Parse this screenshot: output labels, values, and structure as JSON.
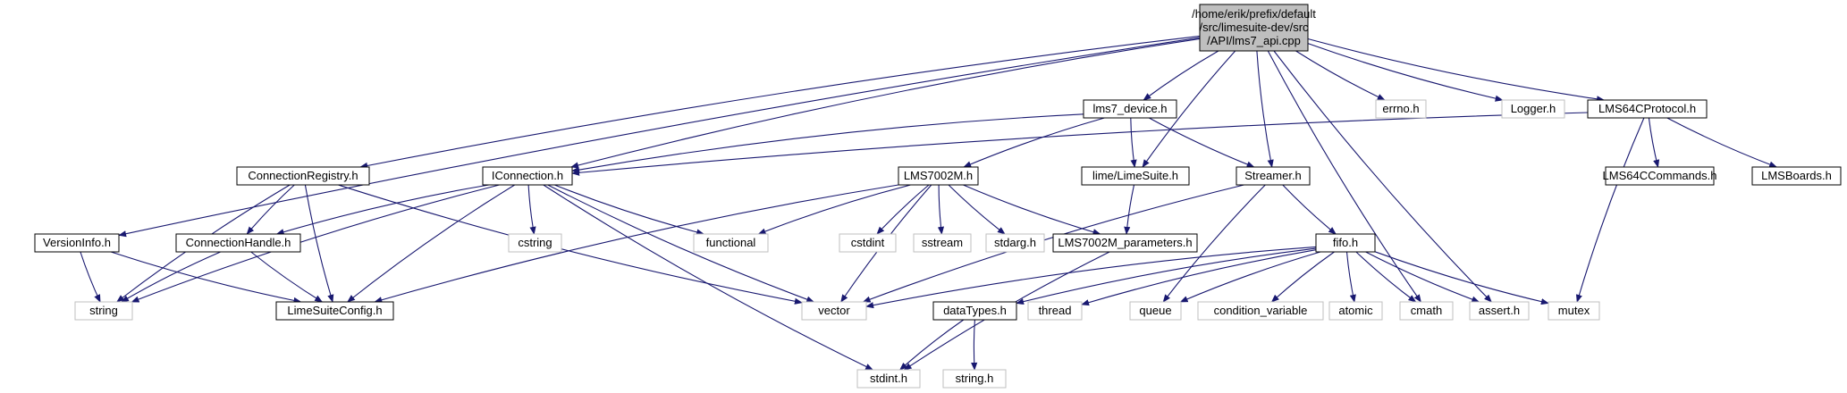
{
  "nodes": [
    {
      "id": "root",
      "lines": [
        "/home/erik/prefix/default",
        "/src/limesuite-dev/src",
        "/API/lms7_api.cpp"
      ],
      "kind": "root"
    },
    {
      "id": "lms7_device",
      "lines": [
        "lms7_device.h"
      ],
      "kind": "doc"
    },
    {
      "id": "errno",
      "lines": [
        "errno.h"
      ],
      "kind": "sys"
    },
    {
      "id": "logger",
      "lines": [
        "Logger.h"
      ],
      "kind": "sys"
    },
    {
      "id": "lms64cprotocol",
      "lines": [
        "LMS64CProtocol.h"
      ],
      "kind": "doc"
    },
    {
      "id": "connectionregistry",
      "lines": [
        "ConnectionRegistry.h"
      ],
      "kind": "doc"
    },
    {
      "id": "iconnection",
      "lines": [
        "IConnection.h"
      ],
      "kind": "doc"
    },
    {
      "id": "lms7002m",
      "lines": [
        "LMS7002M.h"
      ],
      "kind": "doc"
    },
    {
      "id": "limesuite",
      "lines": [
        "lime/LimeSuite.h"
      ],
      "kind": "doc"
    },
    {
      "id": "streamer",
      "lines": [
        "Streamer.h"
      ],
      "kind": "doc"
    },
    {
      "id": "lms64ccommands",
      "lines": [
        "LMS64CCommands.h"
      ],
      "kind": "doc"
    },
    {
      "id": "lmsboards",
      "lines": [
        "LMSBoards.h"
      ],
      "kind": "doc"
    },
    {
      "id": "versioninfo",
      "lines": [
        "VersionInfo.h"
      ],
      "kind": "doc"
    },
    {
      "id": "connectionhandle",
      "lines": [
        "ConnectionHandle.h"
      ],
      "kind": "doc"
    },
    {
      "id": "cstring",
      "lines": [
        "cstring"
      ],
      "kind": "sys"
    },
    {
      "id": "functional",
      "lines": [
        "functional"
      ],
      "kind": "sys"
    },
    {
      "id": "cstdint",
      "lines": [
        "cstdint"
      ],
      "kind": "sys"
    },
    {
      "id": "sstream",
      "lines": [
        "sstream"
      ],
      "kind": "sys"
    },
    {
      "id": "stdarg",
      "lines": [
        "stdarg.h"
      ],
      "kind": "sys"
    },
    {
      "id": "lms7002m_params",
      "lines": [
        "LMS7002M_parameters.h"
      ],
      "kind": "doc"
    },
    {
      "id": "fifo",
      "lines": [
        "fifo.h"
      ],
      "kind": "doc"
    },
    {
      "id": "string",
      "lines": [
        "string"
      ],
      "kind": "sys"
    },
    {
      "id": "limesuiteconfig",
      "lines": [
        "LimeSuiteConfig.h"
      ],
      "kind": "doc"
    },
    {
      "id": "vector",
      "lines": [
        "vector"
      ],
      "kind": "sys"
    },
    {
      "id": "datatypes",
      "lines": [
        "dataTypes.h"
      ],
      "kind": "doc"
    },
    {
      "id": "thread",
      "lines": [
        "thread"
      ],
      "kind": "sys"
    },
    {
      "id": "queue",
      "lines": [
        "queue"
      ],
      "kind": "sys"
    },
    {
      "id": "condvar",
      "lines": [
        "condition_variable"
      ],
      "kind": "sys"
    },
    {
      "id": "atomic",
      "lines": [
        "atomic"
      ],
      "kind": "sys"
    },
    {
      "id": "cmath",
      "lines": [
        "cmath"
      ],
      "kind": "sys"
    },
    {
      "id": "assert",
      "lines": [
        "assert.h"
      ],
      "kind": "sys"
    },
    {
      "id": "mutex",
      "lines": [
        "mutex"
      ],
      "kind": "sys"
    },
    {
      "id": "stdint",
      "lines": [
        "stdint.h"
      ],
      "kind": "sys"
    },
    {
      "id": "stringh",
      "lines": [
        "string.h"
      ],
      "kind": "sys"
    }
  ],
  "edges": [
    [
      "root",
      "lms7_device"
    ],
    [
      "root",
      "errno"
    ],
    [
      "root",
      "logger"
    ],
    [
      "root",
      "lms64cprotocol"
    ],
    [
      "root",
      "connectionregistry"
    ],
    [
      "root",
      "iconnection"
    ],
    [
      "root",
      "limesuite"
    ],
    [
      "root",
      "streamer"
    ],
    [
      "root",
      "versioninfo"
    ],
    [
      "root",
      "cmath"
    ],
    [
      "root",
      "assert"
    ],
    [
      "lms7_device",
      "iconnection"
    ],
    [
      "lms7_device",
      "lms7002m"
    ],
    [
      "lms7_device",
      "limesuite"
    ],
    [
      "lms7_device",
      "streamer"
    ],
    [
      "lms64cprotocol",
      "iconnection"
    ],
    [
      "lms64cprotocol",
      "lms64ccommands"
    ],
    [
      "lms64cprotocol",
      "lmsboards"
    ],
    [
      "lms64cprotocol",
      "mutex"
    ],
    [
      "connectionregistry",
      "connectionhandle"
    ],
    [
      "connectionregistry",
      "limesuiteconfig"
    ],
    [
      "connectionregistry",
      "string"
    ],
    [
      "connectionregistry",
      "vector"
    ],
    [
      "iconnection",
      "connectionhandle"
    ],
    [
      "iconnection",
      "string"
    ],
    [
      "iconnection",
      "limesuiteconfig"
    ],
    [
      "iconnection",
      "cstring"
    ],
    [
      "iconnection",
      "functional"
    ],
    [
      "iconnection",
      "vector"
    ],
    [
      "iconnection",
      "stdint"
    ],
    [
      "lms7002m",
      "functional"
    ],
    [
      "lms7002m",
      "cstdint"
    ],
    [
      "lms7002m",
      "sstream"
    ],
    [
      "lms7002m",
      "stdarg"
    ],
    [
      "lms7002m",
      "lms7002m_params"
    ],
    [
      "lms7002m",
      "vector"
    ],
    [
      "lms7002m",
      "limesuiteconfig"
    ],
    [
      "limesuite",
      "lms7002m_params"
    ],
    [
      "lms7002m_params",
      "stdint"
    ],
    [
      "streamer",
      "fifo"
    ],
    [
      "streamer",
      "vector"
    ],
    [
      "streamer",
      "queue"
    ],
    [
      "versioninfo",
      "string"
    ],
    [
      "versioninfo",
      "limesuiteconfig"
    ],
    [
      "connectionhandle",
      "string"
    ],
    [
      "connectionhandle",
      "limesuiteconfig"
    ],
    [
      "fifo",
      "vector"
    ],
    [
      "fifo",
      "datatypes"
    ],
    [
      "fifo",
      "thread"
    ],
    [
      "fifo",
      "queue"
    ],
    [
      "fifo",
      "condvar"
    ],
    [
      "fifo",
      "atomic"
    ],
    [
      "fifo",
      "cmath"
    ],
    [
      "fifo",
      "assert"
    ],
    [
      "fifo",
      "mutex"
    ],
    [
      "datatypes",
      "stdint"
    ],
    [
      "datatypes",
      "stringh"
    ]
  ]
}
